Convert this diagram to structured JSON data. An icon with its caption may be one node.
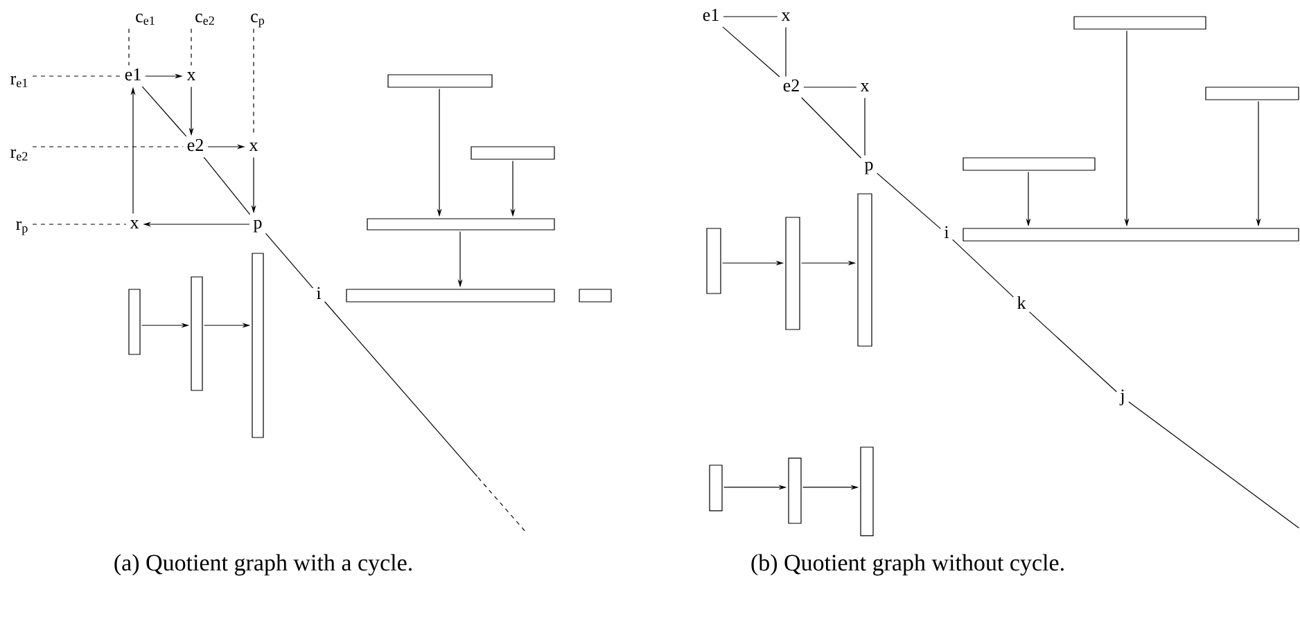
{
  "diagram": {
    "nodes": [
      {
        "text": [
          "c$_{e1}$"
        ]
      },
      {
        "text": [
          "c$_{e2}$"
        ]
      },
      {
        "text": [
          "c$_{p}$"
        ]
      },
      {
        "text": [
          "r$_{e1}$"
        ]
      },
      {
        "text": [
          "e1"
        ]
      },
      {
        "text": [
          "x"
        ]
      },
      {
        "text": [
          "r$_{e2}$"
        ]
      },
      {
        "text": [
          "e2"
        ]
      },
      {
        "text": [
          "x"
        ]
      },
      {
        "text": [
          "r$_{p}$"
        ]
      },
      {
        "text": [
          "x"
        ]
      },
      {
        "text": [
          "p"
        ]
      },
      {
        "text": [
          "i"
        ]
      },
      {
        "text": [],
        "shape": "bar"
      },
      {
        "text": [],
        "shape": "bar"
      },
      {
        "text": [],
        "shape": "bar"
      },
      {
        "text": [],
        "shape": "bar"
      },
      {
        "text": [],
        "shape": "bar"
      },
      {
        "text": [],
        "shape": "bar"
      },
      {
        "text": [],
        "shape": "bar"
      },
      {
        "text": [],
        "shape": "bar"
      },
      {
        "text": [
          "e1"
        ]
      },
      {
        "text": [
          "x"
        ]
      },
      {
        "text": [
          "e2"
        ]
      },
      {
        "text": [
          "x"
        ]
      },
      {
        "text": [
          "p"
        ]
      },
      {
        "text": [
          "i"
        ]
      },
      {
        "text": [
          "k"
        ]
      },
      {
        "text": [
          "j"
        ]
      },
      {
        "text": [],
        "shape": "bar"
      },
      {
        "text": [],
        "shape": "bar"
      },
      {
        "text": [],
        "shape": "bar"
      },
      {
        "text": [],
        "shape": "bar"
      },
      {
        "text": [],
        "shape": "bar"
      },
      {
        "text": [],
        "shape": "bar"
      },
      {
        "text": [],
        "shape": "bar"
      },
      {
        "text": [],
        "shape": "bar"
      },
      {
        "text": [],
        "shape": "bar"
      },
      {
        "text": [],
        "shape": "bar"
      }
    ],
    "edges": [
      {
        "from": 0,
        "to": 4,
        "arrow": "none",
        "style": "dashed"
      },
      {
        "from": 1,
        "to": 5,
        "arrow": "none",
        "style": "dashed"
      },
      {
        "from": 2,
        "to": 8,
        "arrow": "none",
        "style": "dashed"
      },
      {
        "from": 3,
        "to": 4,
        "arrow": "none",
        "style": "dashed"
      },
      {
        "from": 6,
        "to": 7,
        "arrow": "none",
        "style": "dashed"
      },
      {
        "from": 9,
        "to": 10,
        "arrow": "none",
        "style": "dashed"
      },
      {
        "from": 4,
        "to": 5,
        "arrow": "to"
      },
      {
        "from": 5,
        "to": 7,
        "arrow": "to"
      },
      {
        "from": 4,
        "to": 7,
        "arrow": "none"
      },
      {
        "from": 7,
        "to": 8,
        "arrow": "to"
      },
      {
        "from": 8,
        "to": 11,
        "arrow": "to"
      },
      {
        "from": 7,
        "to": 11,
        "arrow": "none"
      },
      {
        "from": 11,
        "to": 10,
        "arrow": "to"
      },
      {
        "from": 10,
        "to": 4,
        "arrow": "to"
      },
      {
        "from": 11,
        "to": 12,
        "arrow": "none"
      },
      {
        "from": 12,
        "to": null,
        "arrow": "none"
      },
      {
        "from": 13,
        "to": 15,
        "arrow": "to"
      },
      {
        "from": 14,
        "to": 15,
        "arrow": "to"
      },
      {
        "from": 15,
        "to": 16,
        "arrow": "to"
      },
      {
        "from": 18,
        "to": 19,
        "arrow": "to"
      },
      {
        "from": 19,
        "to": 20,
        "arrow": "to"
      },
      {
        "from": 21,
        "to": 22,
        "arrow": "none"
      },
      {
        "from": 21,
        "to": 23,
        "arrow": "none"
      },
      {
        "from": 22,
        "to": 23,
        "arrow": "none"
      },
      {
        "from": 23,
        "to": 24,
        "arrow": "none"
      },
      {
        "from": 23,
        "to": 25,
        "arrow": "none"
      },
      {
        "from": 24,
        "to": 25,
        "arrow": "none"
      },
      {
        "from": 25,
        "to": 26,
        "arrow": "none"
      },
      {
        "from": 26,
        "to": 27,
        "arrow": "none"
      },
      {
        "from": 27,
        "to": 28,
        "arrow": "none"
      },
      {
        "from": 28,
        "to": null,
        "arrow": "none"
      },
      {
        "from": 29,
        "to": 32,
        "arrow": "to"
      },
      {
        "from": 30,
        "to": 32,
        "arrow": "to"
      },
      {
        "from": 31,
        "to": 32,
        "arrow": "to"
      },
      {
        "from": 33,
        "to": 34,
        "arrow": "to"
      },
      {
        "from": 34,
        "to": 35,
        "arrow": "to"
      },
      {
        "from": 36,
        "to": 37,
        "arrow": "to"
      },
      {
        "from": 37,
        "to": 38,
        "arrow": "to"
      }
    ],
    "labels": [
      "(a) Quotient graph with a cycle.",
      "(b) Quotient graph without cycle."
    ]
  }
}
